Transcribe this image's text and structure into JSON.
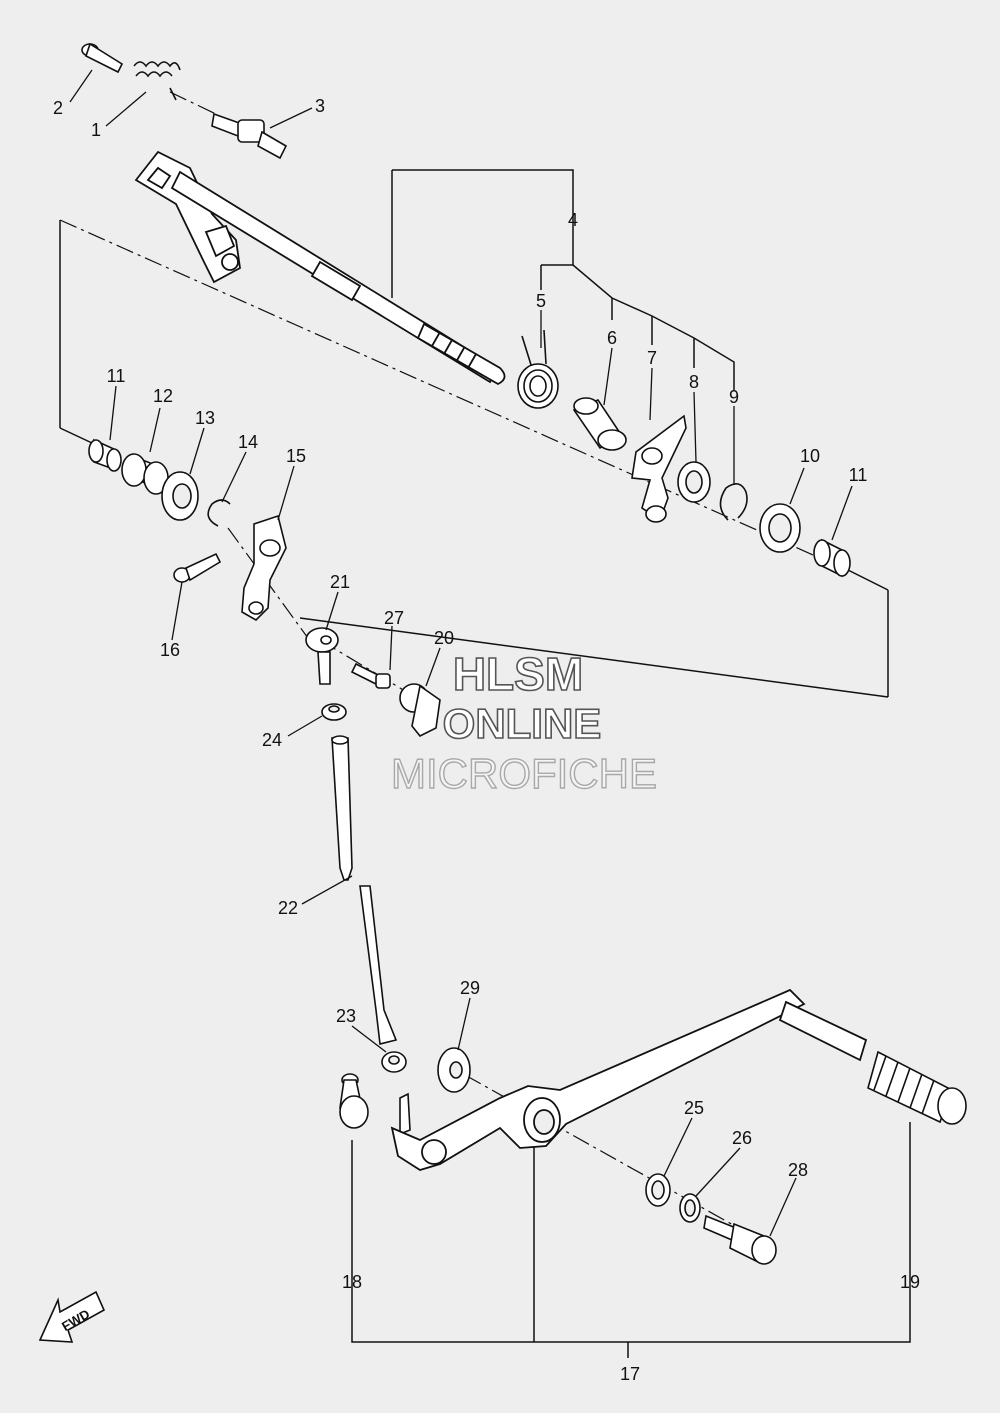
{
  "callouts": [
    "1",
    "2",
    "3",
    "4",
    "5",
    "6",
    "7",
    "8",
    "9",
    "10",
    "11",
    "11",
    "12",
    "13",
    "14",
    "15",
    "16",
    "17",
    "18",
    "19",
    "20",
    "21",
    "22",
    "23",
    "24",
    "25",
    "26",
    "27",
    "28",
    "29"
  ],
  "watermark": {
    "line1": "HLSM",
    "line2": "ONLINE",
    "line3": "MICROFICHE"
  },
  "fwd_label": "FWD"
}
